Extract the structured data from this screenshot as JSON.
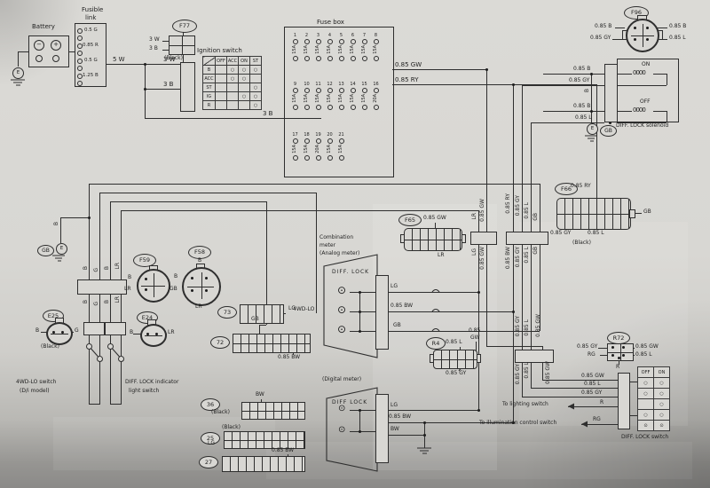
{
  "colors": {
    "ink": "#2e2e2e",
    "paper": "#d8d7d3"
  },
  "battery": {
    "label": "Battery",
    "minus": "−",
    "plus": "+"
  },
  "fusible_link": {
    "l1": "Fusible",
    "l2": "link",
    "fuses": [
      "0.5 G",
      "0.85 R",
      "0.5 G",
      "1.25 B"
    ]
  },
  "top_wires": {
    "w5": "5 W",
    "w3": "3 W",
    "b3": "3 B",
    "b3_long": "3 B",
    "gw": "0.85 GW",
    "ry": "0.85 RY"
  },
  "f77": {
    "id": "F77",
    "p1": "3 W",
    "p2": "3 B",
    "color": "(Black)"
  },
  "ignition": {
    "title": "Ignition switch",
    "cols": [
      "OFF",
      "ACC",
      "ON",
      "ST"
    ],
    "rows": [
      "B",
      "ACC",
      "ST",
      "IG",
      "R"
    ],
    "contacts": {
      "B": [
        "ACC",
        "ON",
        "ST"
      ],
      "ACC": [
        "ACC",
        "ON"
      ],
      "ST": [
        "ST"
      ],
      "IG": [
        "ON",
        "ST"
      ],
      "R": [
        "ST"
      ]
    }
  },
  "fusebox": {
    "title": "Fuse box",
    "row1": [
      [
        "1",
        "15A"
      ],
      [
        "2",
        "15A"
      ],
      [
        "3",
        "15A"
      ],
      [
        "4",
        "15A"
      ],
      [
        "5",
        "15A"
      ],
      [
        "6",
        "15A"
      ],
      [
        "7",
        "15A"
      ],
      [
        "8",
        "15A"
      ]
    ],
    "row2": [
      [
        "9",
        "15A"
      ],
      [
        "10",
        "15A"
      ],
      [
        "11",
        "15A"
      ],
      [
        "12",
        "15A"
      ],
      [
        "13",
        "15A"
      ],
      [
        "14",
        "15A"
      ],
      [
        "15",
        "15A"
      ],
      [
        "16",
        "20A"
      ]
    ],
    "row3": [
      [
        "17",
        "15A"
      ],
      [
        "18",
        "15A"
      ],
      [
        "19",
        "20A"
      ],
      [
        "20",
        "15A"
      ],
      [
        "21",
        "15A"
      ]
    ]
  },
  "f96": {
    "id": "F96",
    "tl": "0.85 B",
    "tr": "0.85 B",
    "bl": "0.85 GY",
    "br": "0.85 L"
  },
  "solenoid": {
    "label": "DIFF. LOCK solenoid",
    "on": "ON",
    "off": "OFF",
    "coil": "0000",
    "w1": "0.85 B",
    "w2": "0.85 GY",
    "w3": "0.85 B",
    "w4": "0.85 L",
    "gnd": "B",
    "e": "E",
    "gb": "GB"
  },
  "ground_left": {
    "e": "E",
    "gb": "GB",
    "b": "B"
  },
  "ground_battery": {
    "e": "E"
  },
  "f65": {
    "id": "F65",
    "top": "0.85 GW",
    "bot": "LR"
  },
  "f66": {
    "id": "F66",
    "top": "0.85 RY",
    "right": "GB",
    "p1": "0.85 GY",
    "p2": "0.85 L",
    "color": "(Black)"
  },
  "meter": {
    "t1": "Combination",
    "t2": "meter",
    "t3": "(Analog meter)",
    "diff": "DIFF. LOCK",
    "fwd": "4WD-LO",
    "w1": "LG",
    "w2": "0.85 BW",
    "w3": "GB"
  },
  "digital": {
    "title": "(Digital meter)",
    "diff": "DIFF LOCK",
    "w1": "LG",
    "w2": "0.85 BW",
    "w3": "BW"
  },
  "vleft": {
    "above": [
      "B",
      "G",
      "B",
      "LR"
    ],
    "below": [
      "B",
      "G",
      "B",
      "LR"
    ]
  },
  "vright": {
    "above": [
      "LR",
      "0.85 GW",
      "0.85 RY",
      "0.85 GY",
      "0.85 L",
      "GB"
    ],
    "below": [
      "LG",
      "0.85 GW",
      "0.85 BW",
      "0.85 GY",
      "0.85 L",
      "GB"
    ]
  },
  "vlow": {
    "above": [
      "0.85 GY",
      "0.85 L",
      "0.85 GW"
    ],
    "below": [
      "0.85 GY",
      "0.85 L",
      "0.85 GW"
    ]
  },
  "c73": {
    "id": "73",
    "w": "LG"
  },
  "c72": {
    "id": "72",
    "top": "GB",
    "bot": "0.85 BW"
  },
  "c36": {
    "id": "36",
    "top": "BW",
    "color": "(Black)"
  },
  "c25": {
    "id": "25",
    "color": "(Black)",
    "w": "LG"
  },
  "c27": {
    "id": "27",
    "w": "0.85 BW"
  },
  "e25": {
    "id": "E25",
    "l": "B",
    "r": "G",
    "color": "(Black)"
  },
  "e24": {
    "id": "E24",
    "l": "B",
    "r": "LR"
  },
  "f59": {
    "id": "F59",
    "p1": "B",
    "p2": "LR"
  },
  "f58": {
    "id": "F58",
    "top": "B",
    "p1": "B",
    "p2": "GB",
    "bot": "LR"
  },
  "sw_labels": {
    "fwd1": "4WD-LO switch",
    "fwd2": "(D/i model)",
    "diff1": "DIFF. LOCK indicator",
    "diff2": "light switch"
  },
  "r4": {
    "id": "R4",
    "l": "0.85 L",
    "gw1": "0.85",
    "gw2": "GW",
    "bot": "0.85 GY"
  },
  "r72": {
    "id": "R72",
    "tl": "0.85 GY",
    "bl": "RG",
    "tr": "0.85 GW",
    "br": "0.85 L",
    "bot": "R"
  },
  "dls": {
    "label": "DIFF. LOCK switch",
    "cols": [
      "OFF",
      "ON"
    ],
    "cells": [
      [
        "o",
        "o"
      ],
      [
        "o",
        "o"
      ],
      [
        "",
        "o"
      ],
      [
        "o",
        "o"
      ],
      [
        "L",
        "L"
      ]
    ],
    "w1": "0.85 GW",
    "w2": "0.85 L",
    "w3": "0.85 GY",
    "w4": "R",
    "w5": "RG"
  },
  "notes": {
    "lighting": "To lighting switch",
    "illum": "To illumination control switch"
  }
}
